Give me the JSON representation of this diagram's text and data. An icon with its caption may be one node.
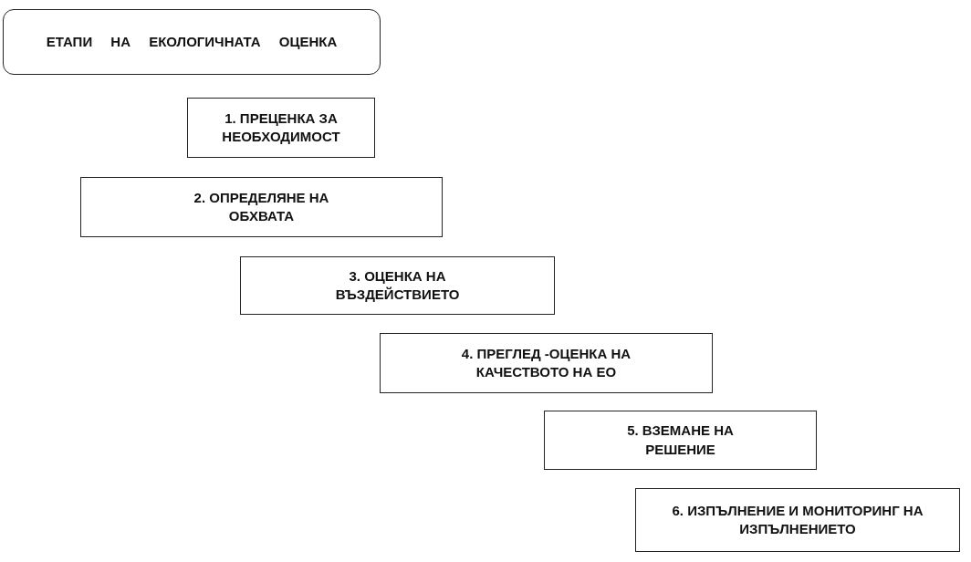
{
  "diagram": {
    "nodes": [
      {
        "text": [
          "ЕТАПИ НА ЕКОЛОГИЧНАТА ОЦЕНКА"
        ]
      },
      {
        "text": [
          "1. ПРЕЦЕНКА ЗА НЕОБХОДИМОСТ"
        ]
      },
      {
        "text": [
          "2. ОПРЕДЕЛЯНЕ НА ОБХВАТА"
        ]
      },
      {
        "text": [
          "3. ОЦЕНКА НА ВЪЗДЕЙСТВИЕТО"
        ]
      },
      {
        "text": [
          "4. ПРЕГЛЕД -ОЦЕНКА НА КАЧЕСТВОТО НА ЕО"
        ]
      },
      {
        "text": [
          "5. ВЗЕМАНЕ НА РЕШЕНИЕ"
        ]
      },
      {
        "text": [
          "6. ИЗПЪЛНЕНИЕ И МОНИТОРИНГ НА ИЗПЪЛНЕНИЕТО"
        ]
      }
    ]
  }
}
